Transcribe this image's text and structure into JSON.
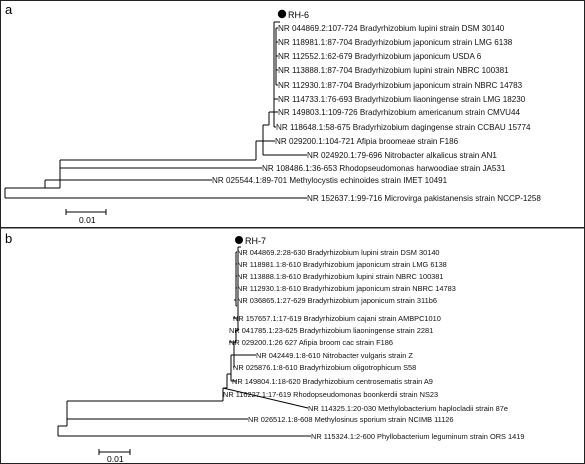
{
  "colors": {
    "line": "#000000",
    "text": "#111111",
    "marker": "#000000"
  },
  "panels": [
    {
      "letter": "a",
      "highlight": "RH-6",
      "scale_label": "0.01",
      "leaves": [
        "NR 044869.2:107-724 Bradyrhizobium lupini strain DSM 30140",
        "NR 118981.1:87-704 Bradyrhizobium japonicum strain LMG 6138",
        "NR 112552.1:62-679 Bradyrhizobium japonicum USDA 6",
        "NR 113888.1:87-704 Bradyrhizobium lupini strain NBRC 100381",
        "NR 112930.1:87-704 Bradyrhizobium japonicum strain NBRC 14783",
        "NR 114733.1:76-693 Bradyrhizobium liaoningense strain LMG 18230",
        "NR 149803.1:109-726 Bradyrhizobium americanum strain CMVU44",
        "NR 118648.1:58-675 Bradyrhizobium dagingense strain CCBAU 15774",
        "NR 029200.1:104-721 Afipia broomeae strain F186",
        "NR 024920.1:79-696 Nitrobacter alkalicus strain AN1",
        "NR 108486.1:36-653 Rhodopseudomonas harwoodiae strain JA531",
        "NR 025544.1:89-701 Methylocystis echinoides strain IMET 10491",
        "NR 152637.1:99-716 Microvirga pakistanensis strain NCCP-1258"
      ]
    },
    {
      "letter": "b",
      "highlight": "RH-7",
      "scale_label": "0.01",
      "leaves": [
        "NR 044869.2:28-630 Bradyrhizobium lupini strain DSM 30140",
        "NR 118981.1:8-610 Bradyrhizobium japonicum strain LMG 6138",
        "NR 113888.1:8-610 Bradyrhizobium lupini strain NBRC 100381",
        "NR 112930.1:8-610 Bradyrhizobium japonicum strain NBRC 14783",
        "NR 036865.1:27-629 Bradyrhizobium japonicum strain 311b6",
        "NR 157657.1:17-619 Bradyrhizobium cajani strain AMBPC1010",
        "NR 041785.1:23-625 Bradyrhizobium liaoningense strain 2281",
        "NR 029200.1:26 627 Afipia broom cac strain F186",
        "NR 042449.1:8-610 Nitrobacter vulgaris strain Z",
        "NR 025876.1:8-610 Bradyrhizobium oligotrophicum S58",
        "NR 149804.1:18-620 Bradyrhizobium centrosematis strain A9",
        "NR 116227.1:17-619 Rhodopseudomonas boonkerdii strain NS23",
        "NR 114325.1:20-030 Methylobacterium haplocladii strain 87e",
        "NR 026512.1:8-608 Methylosinus sporium strain NCIMB 11126",
        "NR 115324.1:2-600 Phyllobacterium leguminum strain ORS 1419"
      ]
    }
  ]
}
